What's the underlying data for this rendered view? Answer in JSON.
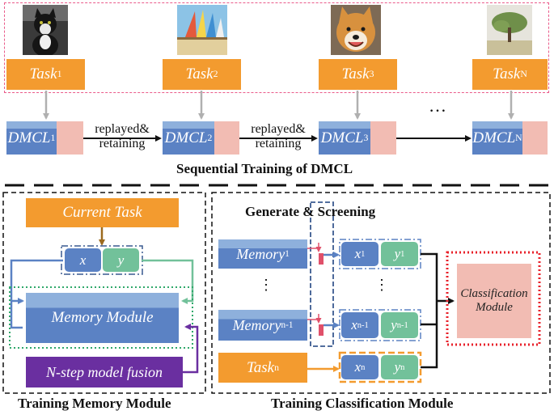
{
  "tasks": [
    {
      "label": "Task",
      "sub": "1",
      "image": "cat-photo"
    },
    {
      "label": "Task",
      "sub": "2",
      "image": "sailboats-photo"
    },
    {
      "label": "Task",
      "sub": "3",
      "image": "dog-photo"
    },
    {
      "label": "Task",
      "sub": "N",
      "image": "tree-photo"
    }
  ],
  "dmcl": [
    {
      "label": "DMCL",
      "sub": "1"
    },
    {
      "label": "DMCL",
      "sub": "2"
    },
    {
      "label": "DMCL",
      "sub": "3"
    },
    {
      "label": "DMCL",
      "sub": "N"
    }
  ],
  "ellipsis": "…",
  "transitions": [
    {
      "line1": "replayed&",
      "line2": "retaining"
    },
    {
      "line1": "replayed&",
      "line2": "retaining"
    }
  ],
  "section_titles": {
    "sequential": "Sequential Training of DMCL",
    "memory": "Training Memory Module",
    "classification": "Training Classification Module",
    "generate": "Generate & Screening"
  },
  "memory_module": {
    "current_task": "Current Task",
    "x": "x",
    "y": "y",
    "module": "Memory Module",
    "fusion": "N-step model fusion"
  },
  "classification": {
    "memory1": {
      "label": "Memory",
      "sub": "1"
    },
    "memoryn1": {
      "label": "Memory",
      "sub": "n-1"
    },
    "taskn": {
      "label": "Task",
      "sub": "n"
    },
    "vdots": "⋮",
    "rows": [
      {
        "x": "x",
        "xsub": "1",
        "y": "y",
        "ysub": "1"
      },
      {
        "x": "x",
        "xsub": "n-1",
        "y": "y",
        "ysub": "n-1"
      },
      {
        "x": "x",
        "xsub": "n",
        "y": "y",
        "ysub": "n"
      }
    ],
    "classifier_line1": "Classification",
    "classifier_line2": "Module"
  },
  "colors": {
    "orange": "#f39b2f",
    "blue": "#5b82c4",
    "light_blue": "#8eb0dc",
    "pink": "#f2bcb3",
    "green": "#72c19a",
    "purple": "#6a2fa0",
    "red_dotted": "#e8202a",
    "dash_pink": "#ea5b8a"
  }
}
